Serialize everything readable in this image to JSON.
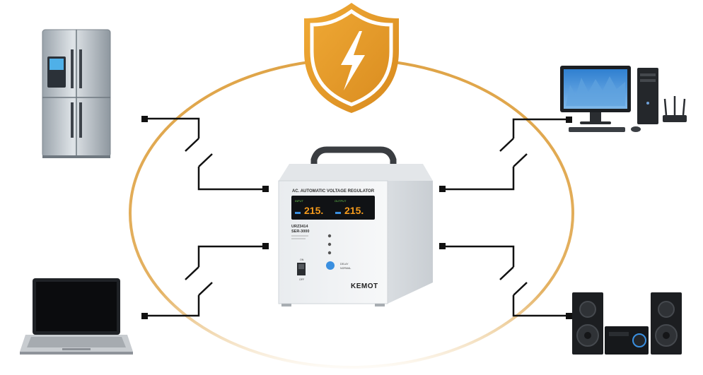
{
  "regulator": {
    "title": "AC. AUTOMATIC VOLTAGE REGULATOR",
    "model_1": "URZ3414",
    "model_2": "SER-3000",
    "input_label": "INPUT",
    "output_label": "OUTPUT",
    "input_value": "215.",
    "output_value": "215.",
    "delay_label": "DELAY",
    "normal_label": "NORMAL",
    "switch_on": "ON",
    "switch_off": "OFF",
    "brand": "KEMOT"
  },
  "icons": [
    "lightning-shield-icon",
    "refrigerator-icon",
    "laptop-icon",
    "desktop-computer-icon",
    "router-icon",
    "speaker-system-icon"
  ],
  "colors": {
    "accent": "#E19B2D",
    "ring": "#DFA447",
    "wire": "#111111",
    "display_orange": "#F49A1C",
    "led_blue": "#3A8FE0"
  }
}
